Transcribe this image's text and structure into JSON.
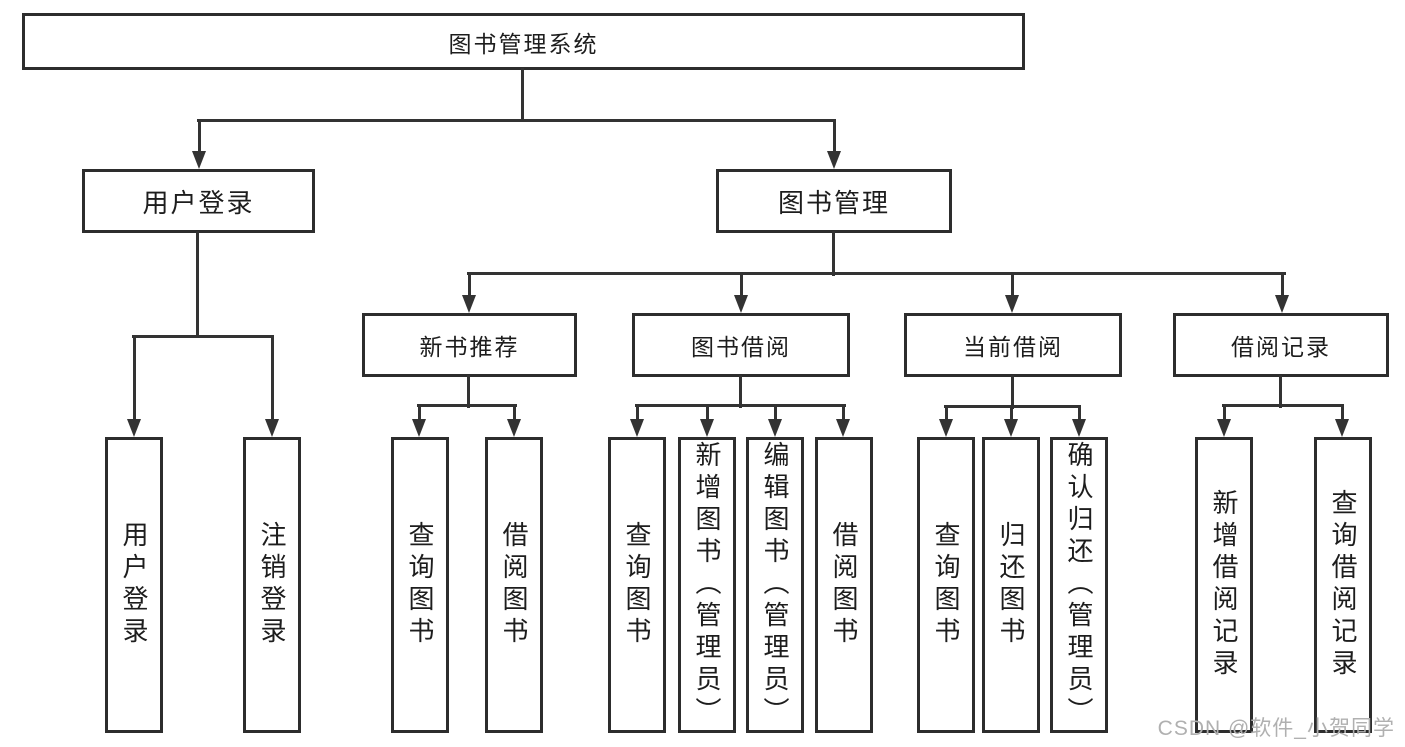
{
  "diagram": {
    "root": {
      "label": "图书管理系统"
    },
    "branches": [
      {
        "label": "用户登录",
        "children": [
          "用户登录",
          "注销登录"
        ]
      },
      {
        "label": "图书管理",
        "sections": [
          {
            "label": "新书推荐",
            "children": [
              "查询图书",
              "借阅图书"
            ]
          },
          {
            "label": "图书借阅",
            "children": [
              "查询图书",
              "新增图书（管理员）",
              "编辑图书（管理员）",
              "借阅图书"
            ]
          },
          {
            "label": "当前借阅",
            "children": [
              "查询图书",
              "归还图书",
              "确认归还（管理员）"
            ]
          },
          {
            "label": "借阅记录",
            "children": [
              "新增借阅记录",
              "查询借阅记录"
            ]
          }
        ]
      }
    ]
  },
  "watermark": {
    "text": "CSDN @软件_小贺同学"
  },
  "colors": {
    "line": "#333333",
    "border": "#2d2d2d",
    "text": "#1d1d1d",
    "watermark": "#b0b0b0"
  }
}
